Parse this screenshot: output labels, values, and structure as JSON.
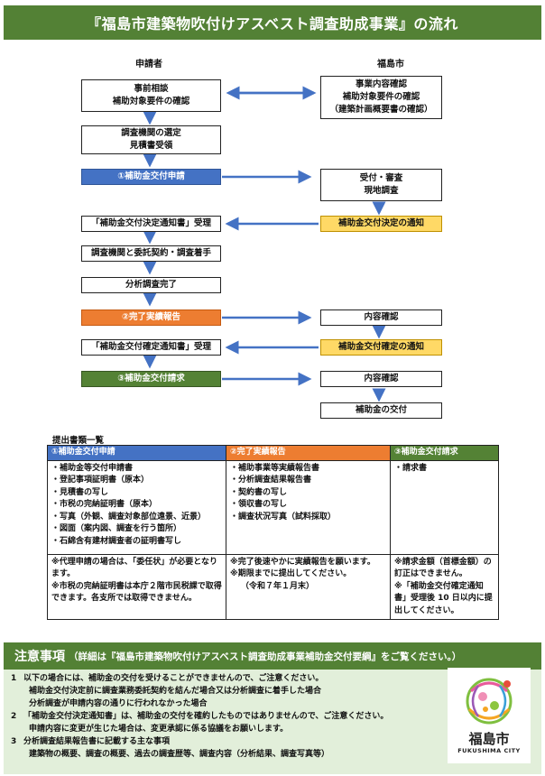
{
  "title": "『福島市建築物吹付けアスベスト調査助成事業』の流れ",
  "columns": {
    "applicant": "申請者",
    "city": "福島市"
  },
  "flow": {
    "consult": [
      "事前相談",
      "補助対象要件の確認"
    ],
    "city_check": [
      "事業内容確認",
      "補助対象要件の確認",
      "（建築計画概要書の確認）"
    ],
    "select": [
      "調査機関の選定",
      "見積書受領"
    ],
    "apply": "①補助金交付申請",
    "receipt": [
      "受付・審査",
      "現地調査"
    ],
    "notice_decision": "補助金交付決定の通知",
    "receive_decision": "「補助金交付決定通知書」受理",
    "contract": "調査機関と委託契約・調査着手",
    "complete": "分析調査完了",
    "report": "②完了実績報告",
    "content_check_1": "内容確認",
    "receive_confirm": "「補助金交付確定通知書」受理",
    "notice_confirm": "補助金交付確定の通知",
    "claim": "③補助金交付請求",
    "content_check_2": "内容確認",
    "grant": "補助金の交付"
  },
  "docs": {
    "title": "提出書類一覧",
    "headers": [
      "①補助金交付申請",
      "②完了実績報告",
      "③補助金交付請求"
    ],
    "col1": [
      "・補助金等交付申請書",
      "・登記事項証明書（原本）",
      "・見積書の写し",
      "・市税の完納証明書（原本）",
      "・写真（外観、調査対象部位遠景、近景）",
      "・図面（案内図、調査を行う箇所）",
      "・石綿含有建材調査者の証明書写し"
    ],
    "col2": [
      "・補助事業等実績報告書",
      "・分析調査結果報告書",
      "・契約書の写し",
      "・領収書の写し",
      "・調査状況写真（試料採取）"
    ],
    "col3": [
      "・請求書"
    ],
    "note1": [
      "※代理申請の場合は、「委任状」が必要となります。",
      "※市税の完納証明書は本庁２階市民税課で取得できます。各支所では取得できません。"
    ],
    "note2": [
      "※完了後速やかに実績報告を願います。",
      "※期限までに提出してください。",
      "（令和７年１月末）"
    ],
    "note3": [
      "※請求金額（首標金額）の訂正はできません。",
      "※「補助金交付確定通知書」受理後 10 日以内に提出してください。"
    ]
  },
  "notice": {
    "title": "注意事項",
    "subtitle": "（詳細は『福島市建築物吹付けアスベスト調査助成事業補助金交付要綱』をご覧ください。）",
    "items": [
      {
        "num": "1",
        "text": "以下の場合には、補助金の交付を受けることができませんので、ご注意ください。",
        "sub": [
          "補助金交付決定前に調査業務委託契約を結んだ場合又は分析調査に着手した場合",
          "分析調査が申請内容の通りに行われなかった場合"
        ]
      },
      {
        "num": "2",
        "text": "「補助金交付決定通知書」は、補助金の交付を確約したものではありませんので、ご注意ください。",
        "sub": [
          "申請内容に変更が生じた場合は、変更承認に係る協議をお願いします。"
        ]
      },
      {
        "num": "3",
        "text": "分析調査結果報告書に記載する主な事項",
        "sub": [
          "建築物の概要、調査の概要、過去の調査歴等、調査内容（分析結果、調査写真等）"
        ]
      }
    ]
  },
  "logo": {
    "name": "福島市",
    "en": "FUKUSHIMA CITY"
  },
  "colors": {
    "green": "#538135",
    "blue": "#4472c4",
    "orange": "#ed7d31",
    "yellow": "#ffd966",
    "light_green": "#e2efda"
  }
}
